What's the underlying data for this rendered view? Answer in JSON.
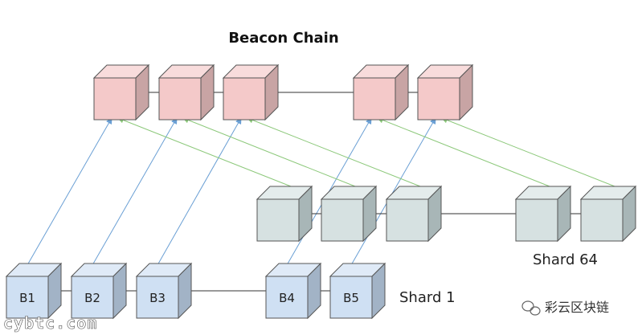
{
  "title": "Beacon Chain",
  "colors": {
    "beacon_front": "#f4c9c9",
    "beacon_top": "#f8dcdc",
    "beacon_side": "#c8a4a4",
    "shard64_front": "#d6e1e1",
    "shard64_top": "#e4ecec",
    "shard64_side": "#a8b6b7",
    "shard1_front": "#cfe0f3",
    "shard1_top": "#dfeaf7",
    "shard1_side": "#a2b3c6",
    "link_blue": "#6a9fd4",
    "link_green": "#8cc87a",
    "arrow": "#333333"
  },
  "beacon_blocks": [
    "",
    "",
    "",
    "",
    ""
  ],
  "shard64": {
    "label": "Shard 64",
    "blocks": [
      "",
      "",
      "",
      "",
      ""
    ]
  },
  "shard1": {
    "label": "Shard 1",
    "blocks": [
      "B1",
      "B2",
      "B3",
      "B4",
      "B5"
    ]
  },
  "watermark": {
    "left": "cybtc.com",
    "right": "彩云区块链"
  }
}
